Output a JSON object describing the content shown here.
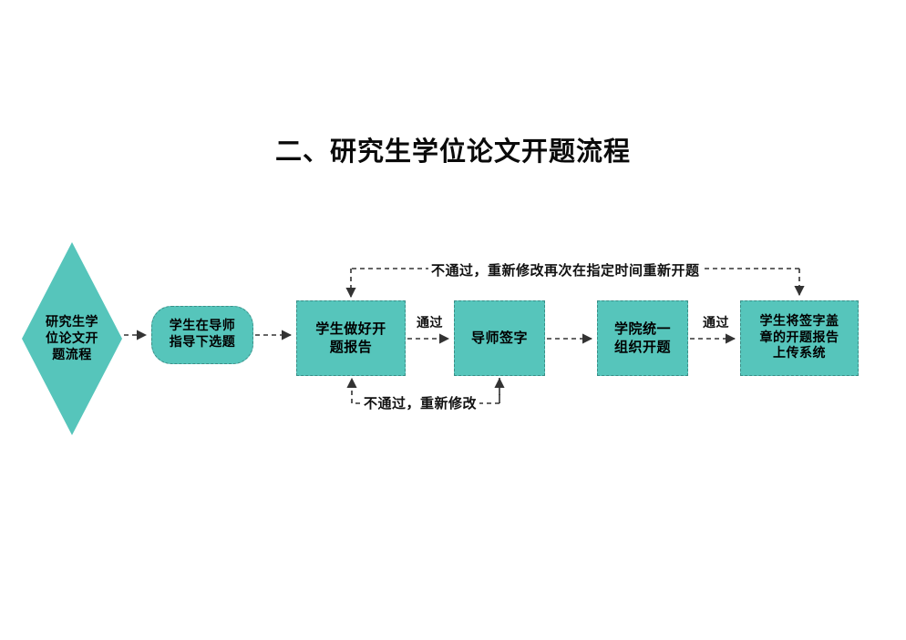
{
  "page": {
    "title": "二、研究生学位论文开题流程",
    "background_color": "#ffffff",
    "node_fill_color": "#56c5bb",
    "node_border_color": "#3a8f88",
    "edge_color": "#333333"
  },
  "nodes": {
    "start": {
      "label": "研究生学\n位论文开\n题流程",
      "shape": "diamond"
    },
    "topic": {
      "label": "学生在导师\n指导下选题",
      "shape": "rounded-rectangle"
    },
    "report": {
      "label": "学生做好开\n题报告",
      "shape": "rectangle"
    },
    "sign": {
      "label": "导师签字",
      "shape": "rectangle"
    },
    "college": {
      "label": "学院统一\n组织开题",
      "shape": "rectangle"
    },
    "upload": {
      "label": "学生将签字盖\n章的开题报告\n上传系统",
      "shape": "rectangle"
    }
  },
  "edge_labels": {
    "pass_1": "通过",
    "pass_2": "通过",
    "fail_long": "不通过，重新修改再次在指定时间重新开题",
    "fail_short": "不通过，重新修改"
  }
}
